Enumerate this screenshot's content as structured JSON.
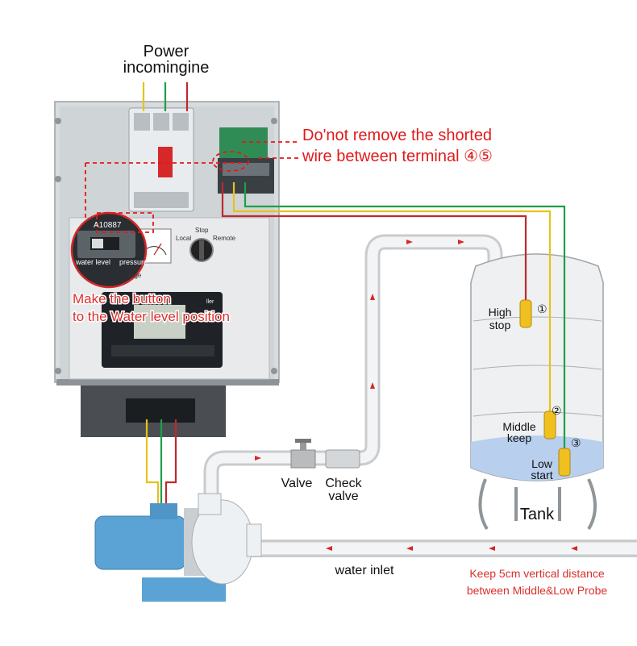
{
  "power": {
    "line1": "Power",
    "line2": "incomingine"
  },
  "warning": {
    "line1": "Do'not remove the shorted",
    "line2": "wire between terminal ④⑤",
    "color": "#e21a1a"
  },
  "button_note": {
    "line1": "Make the button",
    "line2": "to the Water level position"
  },
  "panel": {
    "inset_code": "A10887",
    "inset_left": "water level",
    "inset_right": "pressure",
    "knob_stop": "Stop",
    "knob_local": "Local",
    "knob_remote": "Remote",
    "voltage": "ltage",
    "controller": "ller"
  },
  "tank": {
    "label": "Tank",
    "probe_high_line1": "High",
    "probe_high_line2": "stop",
    "probe_high_num": "①",
    "probe_middle_line1": "Middle",
    "probe_middle_line2": "keep",
    "probe_middle_num": "②",
    "probe_low_line1": "Low",
    "probe_low_line2": "start",
    "probe_low_num": "③",
    "water_color": "#b8cfee"
  },
  "pipe": {
    "valve": "Valve",
    "check_line1": "Check",
    "check_line2": "valve",
    "water_inlet": "water inlet"
  },
  "note": {
    "line1": "Keep 5cm vertical distance",
    "line2": "between  Middle&Low Probe"
  },
  "wire_colors": {
    "yellow": "#e6c21a",
    "green": "#1f9e4a",
    "red": "#c0282c"
  },
  "pump_color": "#5aa3d4"
}
